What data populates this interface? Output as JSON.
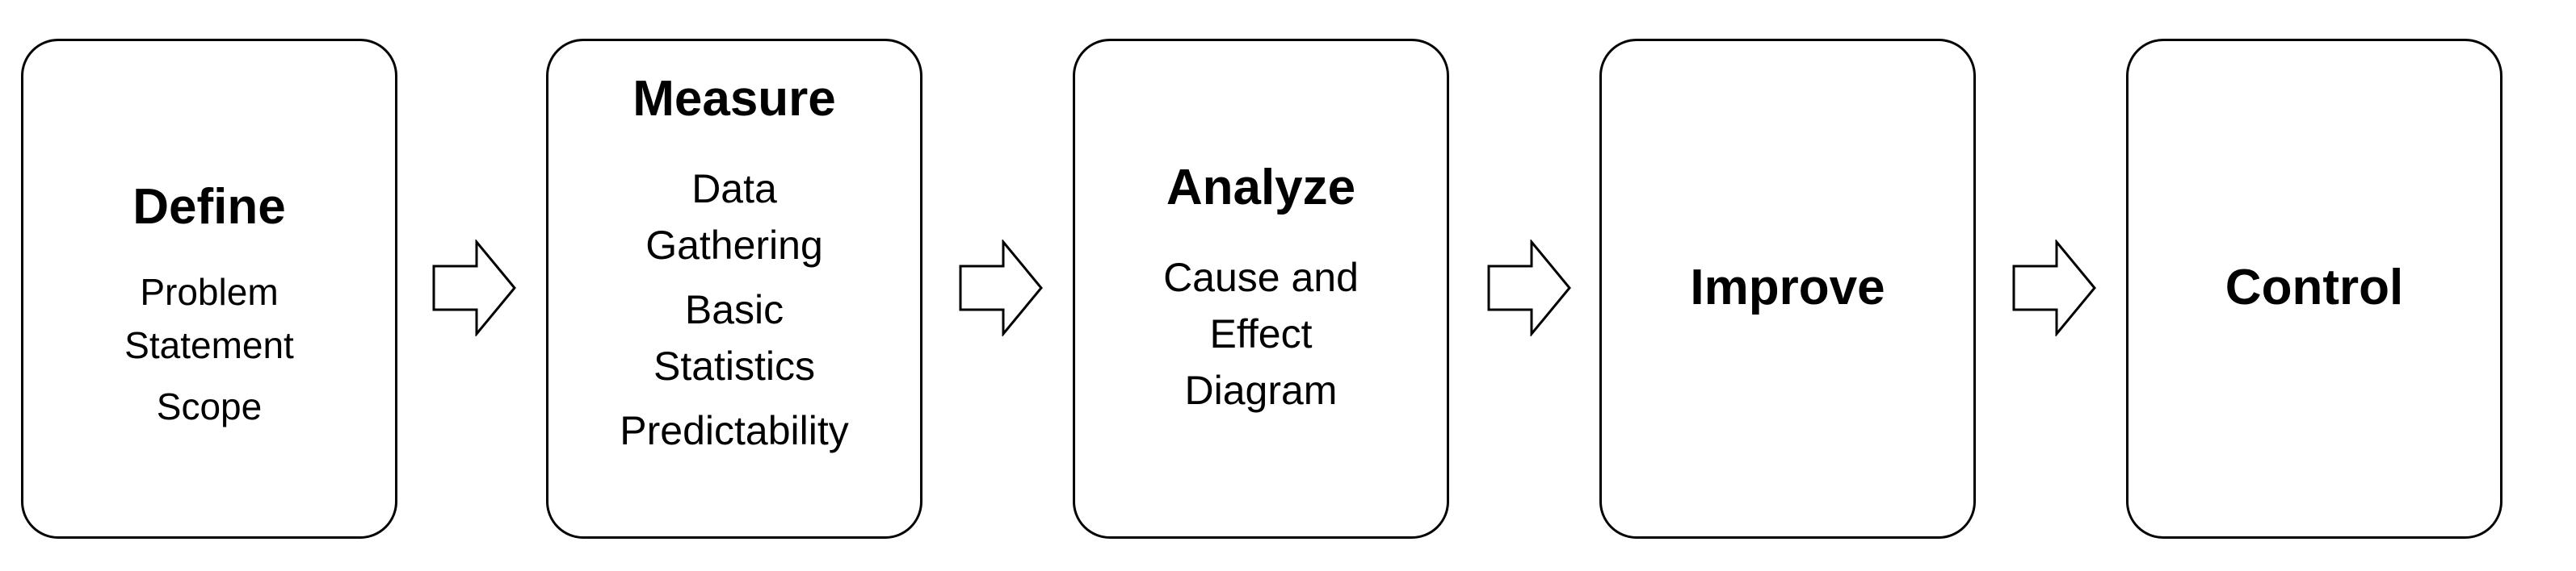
{
  "phases": [
    {
      "title": "Define",
      "items": [
        "Problem Statement",
        "Scope"
      ]
    },
    {
      "title": "Measure",
      "items": [
        "Data Gathering",
        "Basic Statistics",
        "Predictability"
      ]
    },
    {
      "title": "Analyze",
      "items": [
        "Cause and Effect Diagram"
      ]
    },
    {
      "title": "Improve",
      "items": []
    },
    {
      "title": "Control",
      "items": []
    }
  ],
  "colors": {
    "stroke": "#000000",
    "fill": "#ffffff",
    "text": "#000000"
  },
  "icons": {
    "connector": "right-arrow-icon"
  }
}
